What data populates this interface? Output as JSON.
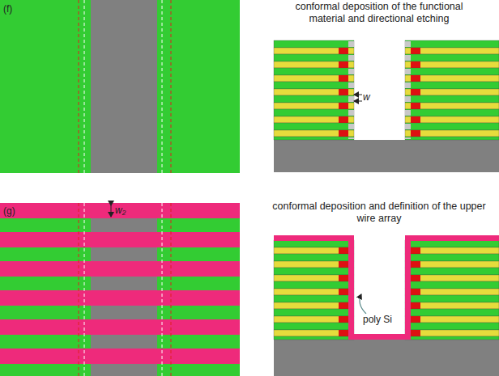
{
  "diagram": {
    "labels": [
      "(f)",
      "conformal deposition of the functional material and directional etching",
      "w",
      "(g)",
      "w₂",
      "conformal deposition and definition of the upper wire array",
      "poly Si"
    ]
  }
}
